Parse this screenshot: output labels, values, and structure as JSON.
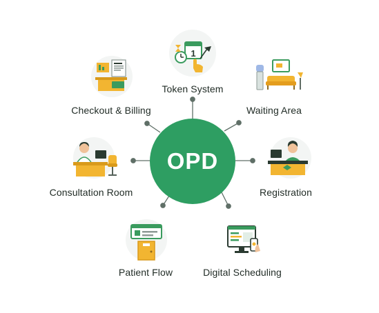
{
  "center": {
    "label": "OPD",
    "color": "#2e9e62"
  },
  "nodes": [
    {
      "id": "token-system",
      "label": "Token System",
      "icon": "calendar-hourglass-hand-icon"
    },
    {
      "id": "waiting-area",
      "label": "Waiting Area",
      "icon": "sofa-water-cooler-icon"
    },
    {
      "id": "registration",
      "label": "Registration",
      "icon": "receptionist-desk-icon"
    },
    {
      "id": "digital-scheduling",
      "label": "Digital Scheduling",
      "icon": "monitor-phone-icon"
    },
    {
      "id": "patient-flow",
      "label": "Patient Flow",
      "icon": "door-sign-icon"
    },
    {
      "id": "consultation-room",
      "label": "Consultation Room",
      "icon": "doctor-desk-icon"
    },
    {
      "id": "checkout-billing",
      "label": "Checkout & Billing",
      "icon": "billing-counter-icon"
    }
  ],
  "colors": {
    "accent": "#2e9e62",
    "connector": "#5f6f67",
    "icon_green": "#3a9b5e",
    "icon_yellow": "#f2b531"
  }
}
